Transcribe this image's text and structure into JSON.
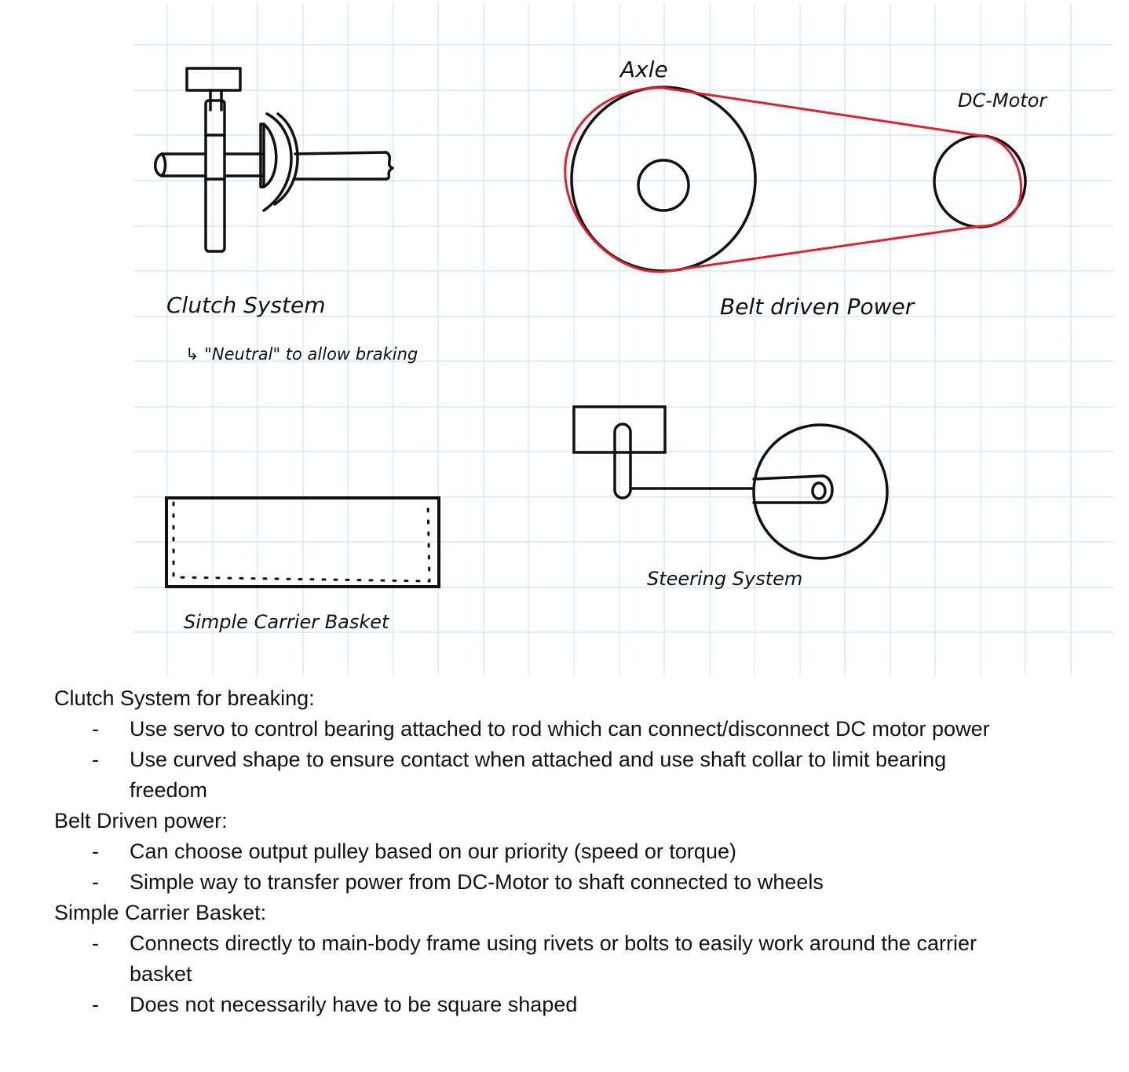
{
  "sketch": {
    "labels": {
      "clutch_title": "Clutch System",
      "clutch_note": "↳ \"Neutral\" to allow braking",
      "axle": "Axle",
      "dc_motor": "DC-Motor",
      "belt_title": "Belt driven Power",
      "basket_title": "Simple Carrier Basket",
      "steering_title": "Steering System"
    },
    "colors": {
      "grid": "#cfe3f3",
      "ink": "#111111",
      "belt": "#e0202a"
    }
  },
  "notes": [
    {
      "title": "Clutch System for breaking:",
      "bullets": [
        "Use servo to control bearing attached to rod which can connect/disconnect DC motor power",
        "Use curved shape to ensure contact when attached and use shaft collar to limit bearing freedom"
      ]
    },
    {
      "title": "Belt Driven power:",
      "bullets": [
        "Can choose output pulley based on our priority (speed or torque)",
        "Simple way to transfer power from DC-Motor to shaft connected to wheels"
      ]
    },
    {
      "title": "Simple Carrier Basket:",
      "bullets": [
        "Connects directly to main-body frame using rivets or bolts to easily work around the carrier basket",
        "Does not necessarily have to be square shaped"
      ]
    }
  ]
}
